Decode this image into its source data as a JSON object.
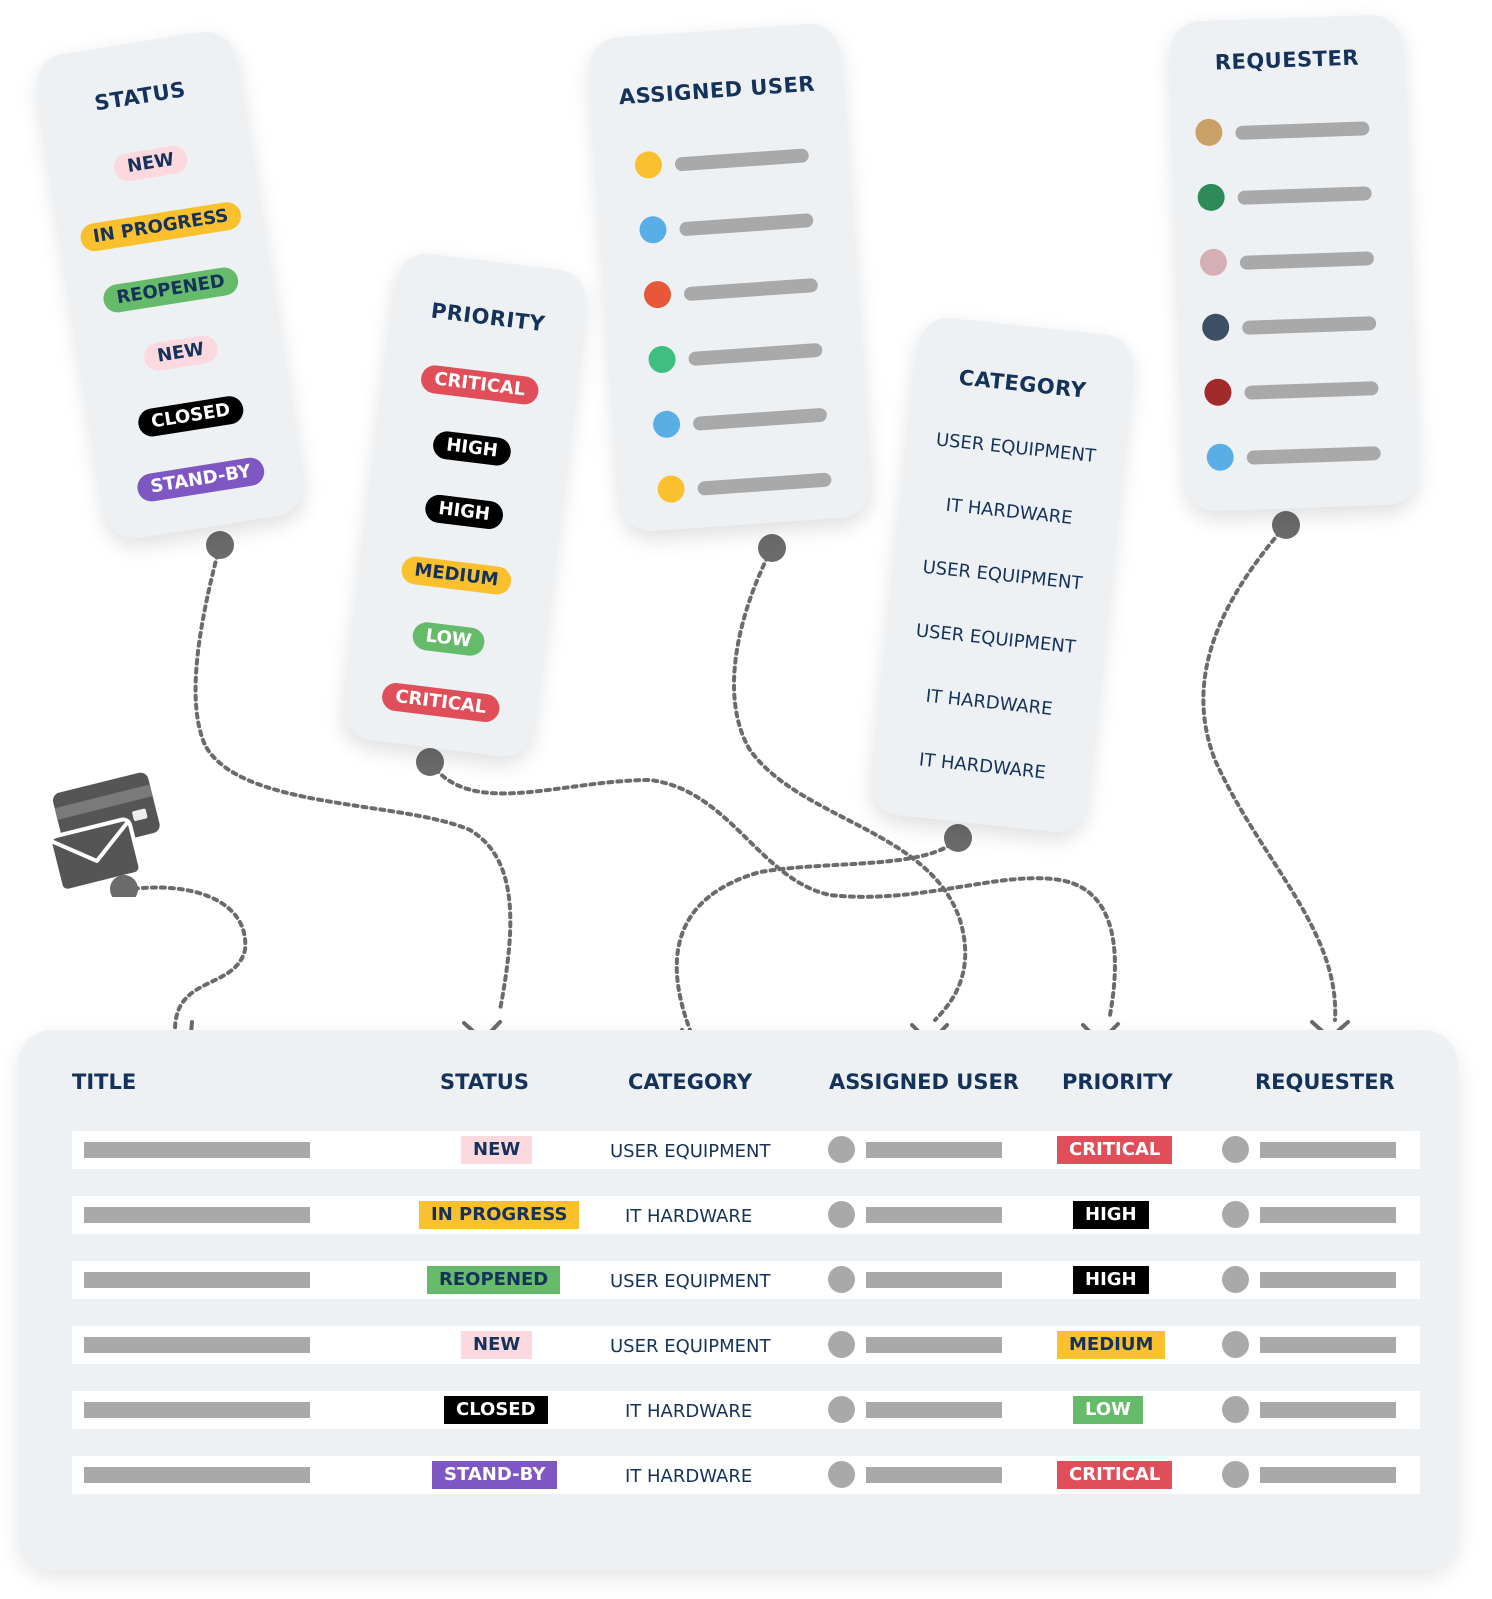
{
  "colors": {
    "navy": "#14325a",
    "new_bg": "#fbd9df",
    "in_progress_bg": "#fbc02d",
    "reopened_bg": "#66bb6a",
    "reopened_fg": "#14325a",
    "closed_bg": "#000000",
    "standby_bg": "#7e57c2",
    "critical_bg": "#e04e5a",
    "high_bg": "#000000",
    "medium_bg": "#fbc02d",
    "low_bg": "#66bb6a",
    "placeholder_gray": "#a9a9a9",
    "connector_gray": "#6b6b6b"
  },
  "cards": {
    "status": {
      "title": "STATUS",
      "items": [
        "NEW",
        "IN PROGRESS",
        "REOPENED",
        "NEW",
        "CLOSED",
        "STAND-BY"
      ]
    },
    "priority": {
      "title": "PRIORITY",
      "items": [
        "CRITICAL",
        "HIGH",
        "HIGH",
        "MEDIUM",
        "LOW",
        "CRITICAL"
      ]
    },
    "assigned_user": {
      "title": "ASSIGNED USER",
      "dot_colors": [
        "#fbc02d",
        "#5aaee6",
        "#e8573a",
        "#3fbf7f",
        "#5aaee6",
        "#fbc02d"
      ]
    },
    "category": {
      "title": "CATEGORY",
      "items": [
        "USER EQUIPMENT",
        "IT HARDWARE",
        "USER EQUIPMENT",
        "USER EQUIPMENT",
        "IT HARDWARE",
        "IT HARDWARE"
      ]
    },
    "requester": {
      "title": "REQUESTER",
      "dot_colors": [
        "#c9a065",
        "#2e8b57",
        "#d4b0b6",
        "#3d4f63",
        "#a32a2a",
        "#5aaee6"
      ]
    }
  },
  "icons": {
    "source": "email-and-card-icon"
  },
  "table": {
    "headers": {
      "title": "TITLE",
      "status": "STATUS",
      "category": "CATEGORY",
      "assigned_user": "ASSIGNED USER",
      "priority": "PRIORITY",
      "requester": "REQUESTER"
    },
    "rows": [
      {
        "status": "NEW",
        "category": "USER EQUIPMENT",
        "priority": "CRITICAL"
      },
      {
        "status": "IN PROGRESS",
        "category": "IT HARDWARE",
        "priority": "HIGH"
      },
      {
        "status": "REOPENED",
        "category": "USER EQUIPMENT",
        "priority": "HIGH"
      },
      {
        "status": "NEW",
        "category": "USER EQUIPMENT",
        "priority": "MEDIUM"
      },
      {
        "status": "CLOSED",
        "category": "IT HARDWARE",
        "priority": "LOW"
      },
      {
        "status": "STAND-BY",
        "category": "IT HARDWARE",
        "priority": "CRITICAL"
      }
    ]
  }
}
